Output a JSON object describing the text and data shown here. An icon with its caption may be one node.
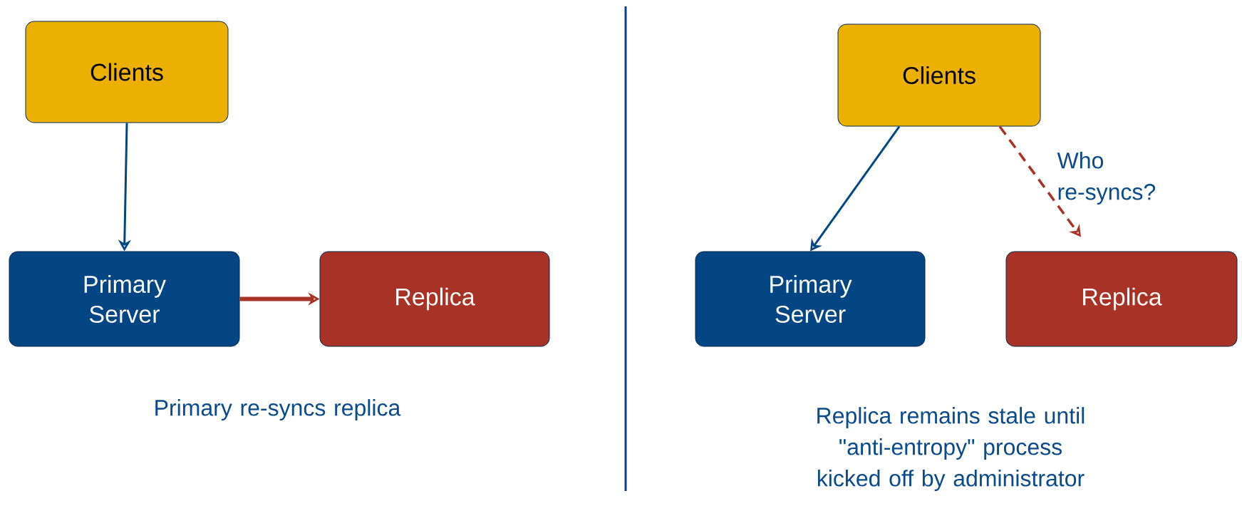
{
  "diagram": {
    "nodes": [
      {
        "text": [
          "Clients"
        ]
      },
      {
        "text": [
          "Primary Server"
        ]
      },
      {
        "text": [
          "Replica"
        ]
      },
      {
        "text": [
          "Clients"
        ]
      },
      {
        "text": [
          "Primary Server"
        ]
      },
      {
        "text": [
          "Replica"
        ]
      }
    ],
    "edges": [
      {
        "from": 0,
        "to": 1,
        "arrow": "to"
      },
      {
        "from": 1,
        "to": 2,
        "arrow": "to",
        "style": "thick",
        "color": "#a93226"
      },
      {
        "from": 3,
        "to": 4,
        "arrow": "to"
      },
      {
        "from": 3,
        "to": 5,
        "arrow": "to",
        "style": "dashed",
        "color": "#a93226",
        "label": "Who re-syncs?"
      }
    ],
    "labels": [
      "Primary  re-syncs  replica",
      "Replica remains stale until \"anti-entropy\" process kicked off by administrator"
    ]
  }
}
